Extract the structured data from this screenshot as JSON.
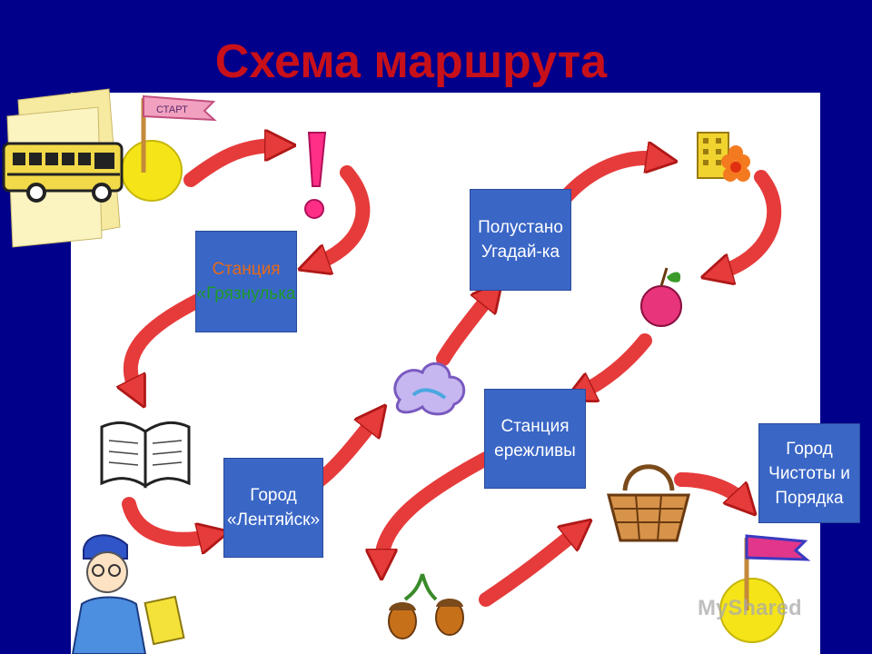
{
  "slide": {
    "title": "Схема маршрута",
    "start_flag": "СТАРТ",
    "watermark": "MyShared",
    "colors": {
      "background": "#00008b",
      "title": "#c8101a",
      "board": "#ffffff",
      "station_box": "#3a66c6",
      "arrow": "#e63b3b"
    }
  },
  "stations": [
    {
      "line1": "Станция",
      "line2": "«Грязнулька"
    },
    {
      "line1": "Полустано",
      "line2": "Угадай-ка"
    },
    {
      "line1": "Город",
      "line2": "«Лентяйск»"
    },
    {
      "line1": "Станция",
      "line2": "ережливы"
    },
    {
      "line1": "Город",
      "line2": "Чистоты и",
      "line3": "Порядка"
    }
  ]
}
